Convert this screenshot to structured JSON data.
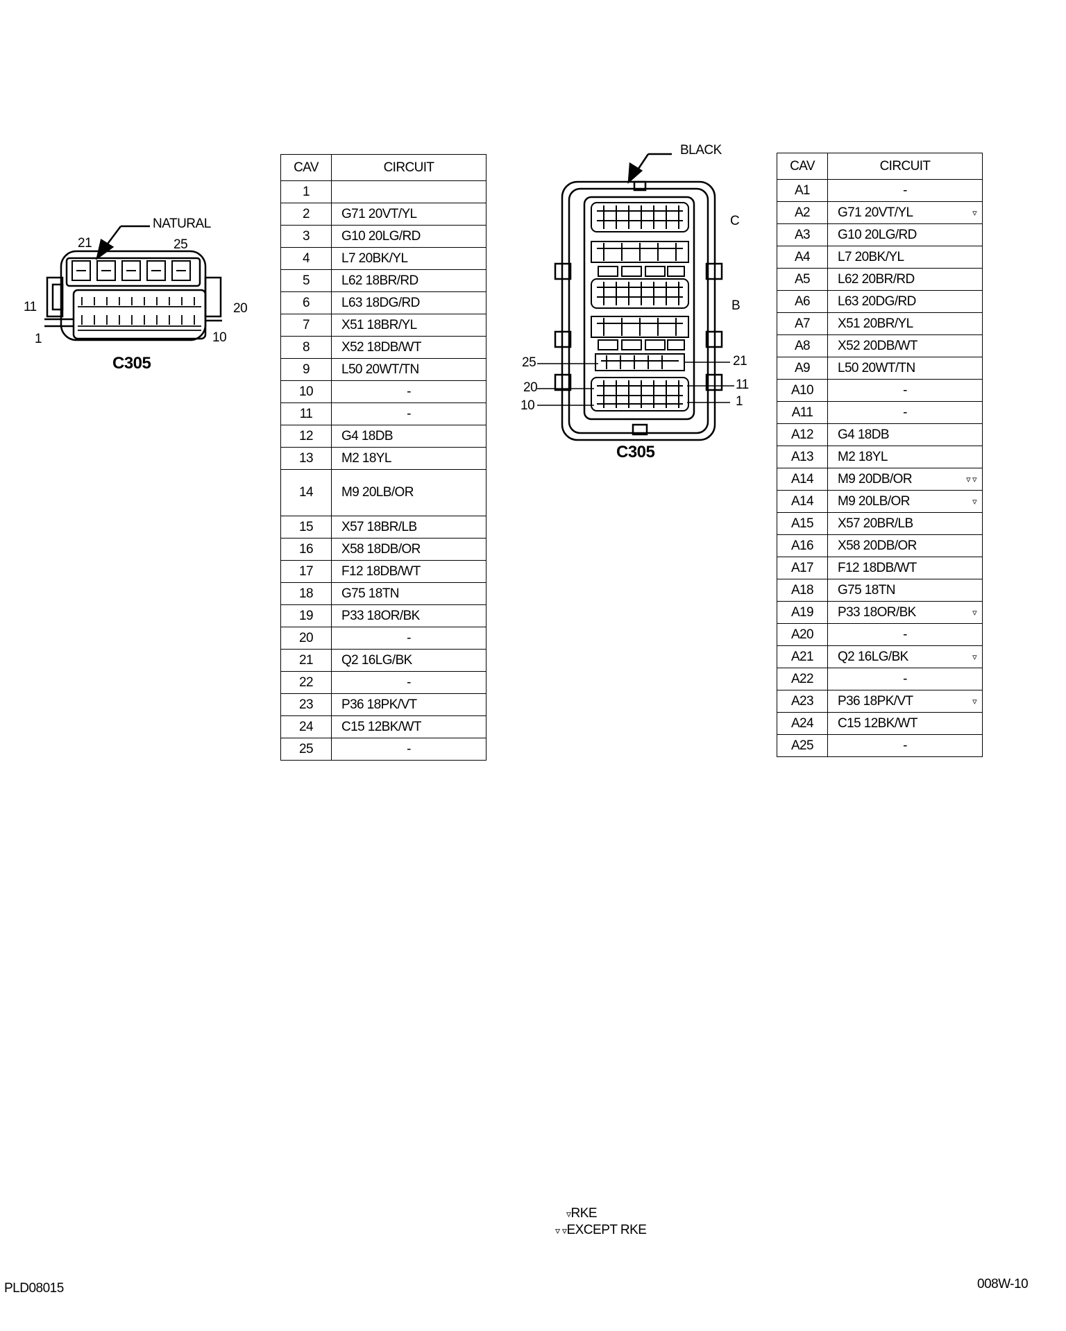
{
  "left_connector": {
    "color_label": "NATURAL",
    "name": "C305",
    "pins": {
      "top_left": "21",
      "top_right": "25",
      "mid_left": "11",
      "mid_right": "20",
      "bot_left": "1",
      "bot_right": "10"
    }
  },
  "right_connector": {
    "color_label": "BLACK",
    "name": "C305",
    "sections": {
      "c": "C",
      "b": "B"
    },
    "pins": {
      "l25": "25",
      "l20": "20",
      "l10": "10",
      "r21": "21",
      "r11": "11",
      "r1": "1"
    }
  },
  "table1": {
    "headers": [
      "CAV",
      "CIRCUIT"
    ],
    "rows": [
      {
        "cav": "1",
        "circuit": ""
      },
      {
        "cav": "2",
        "circuit": "G71 20VT/YL"
      },
      {
        "cav": "3",
        "circuit": "G10 20LG/RD"
      },
      {
        "cav": "4",
        "circuit": "L7 20BK/YL"
      },
      {
        "cav": "5",
        "circuit": "L62 18BR/RD"
      },
      {
        "cav": "6",
        "circuit": "L63 18DG/RD"
      },
      {
        "cav": "7",
        "circuit": "X51 18BR/YL"
      },
      {
        "cav": "8",
        "circuit": "X52 18DB/WT"
      },
      {
        "cav": "9",
        "circuit": "L50 20WT/TN"
      },
      {
        "cav": "10",
        "circuit": "-"
      },
      {
        "cav": "11",
        "circuit": "-"
      },
      {
        "cav": "12",
        "circuit": "G4 18DB"
      },
      {
        "cav": "13",
        "circuit": "M2 18YL"
      },
      {
        "cav": "14",
        "circuit": "M9 20LB/OR"
      },
      {
        "cav": "15",
        "circuit": "X57 18BR/LB"
      },
      {
        "cav": "16",
        "circuit": "X58 18DB/OR"
      },
      {
        "cav": "17",
        "circuit": "F12 18DB/WT"
      },
      {
        "cav": "18",
        "circuit": "G75 18TN"
      },
      {
        "cav": "19",
        "circuit": "P33 18OR/BK"
      },
      {
        "cav": "20",
        "circuit": "-"
      },
      {
        "cav": "21",
        "circuit": "Q2 16LG/BK"
      },
      {
        "cav": "22",
        "circuit": "-"
      },
      {
        "cav": "23",
        "circuit": "P36 18PK/VT"
      },
      {
        "cav": "24",
        "circuit": "C15 12BK/WT"
      },
      {
        "cav": "25",
        "circuit": "-"
      }
    ]
  },
  "table2": {
    "headers": [
      "CAV",
      "CIRCUIT"
    ],
    "rows": [
      {
        "cav": "A1",
        "circuit": "-",
        "mark": ""
      },
      {
        "cav": "A2",
        "circuit": "G71 20VT/YL",
        "mark": "▿"
      },
      {
        "cav": "A3",
        "circuit": "G10 20LG/RD",
        "mark": ""
      },
      {
        "cav": "A4",
        "circuit": "L7 20BK/YL",
        "mark": ""
      },
      {
        "cav": "A5",
        "circuit": "L62 20BR/RD",
        "mark": ""
      },
      {
        "cav": "A6",
        "circuit": "L63 20DG/RD",
        "mark": ""
      },
      {
        "cav": "A7",
        "circuit": "X51 20BR/YL",
        "mark": ""
      },
      {
        "cav": "A8",
        "circuit": "X52 20DB/WT",
        "mark": ""
      },
      {
        "cav": "A9",
        "circuit": "L50 20WT/TN",
        "mark": ""
      },
      {
        "cav": "A10",
        "circuit": "-",
        "mark": ""
      },
      {
        "cav": "A11",
        "circuit": "-",
        "mark": ""
      },
      {
        "cav": "A12",
        "circuit": "G4 18DB",
        "mark": ""
      },
      {
        "cav": "A13",
        "circuit": "M2 18YL",
        "mark": ""
      },
      {
        "cav": "A14",
        "circuit": "M9 20DB/OR",
        "mark": "▿ ▿"
      },
      {
        "cav": "A14",
        "circuit": "M9 20LB/OR",
        "mark": "▿"
      },
      {
        "cav": "A15",
        "circuit": "X57 20BR/LB",
        "mark": ""
      },
      {
        "cav": "A16",
        "circuit": "X58 20DB/OR",
        "mark": ""
      },
      {
        "cav": "A17",
        "circuit": "F12 18DB/WT",
        "mark": ""
      },
      {
        "cav": "A18",
        "circuit": "G75 18TN",
        "mark": ""
      },
      {
        "cav": "A19",
        "circuit": "P33 18OR/BK",
        "mark": "▿"
      },
      {
        "cav": "A20",
        "circuit": "-",
        "mark": ""
      },
      {
        "cav": "A21",
        "circuit": "Q2 16LG/BK",
        "mark": "▿"
      },
      {
        "cav": "A22",
        "circuit": "-",
        "mark": ""
      },
      {
        "cav": "A23",
        "circuit": "P36 18PK/VT",
        "mark": "▿"
      },
      {
        "cav": "A24",
        "circuit": "C15 12BK/WT",
        "mark": ""
      },
      {
        "cav": "A25",
        "circuit": "-",
        "mark": ""
      }
    ]
  },
  "legend": {
    "rke_symbol": "▿",
    "rke": "RKE",
    "except_symbol": "▿ ▿",
    "except_rke": "EXCEPT RKE"
  },
  "footer": {
    "left_code": "PLD08015",
    "right_code": "008W-10"
  }
}
